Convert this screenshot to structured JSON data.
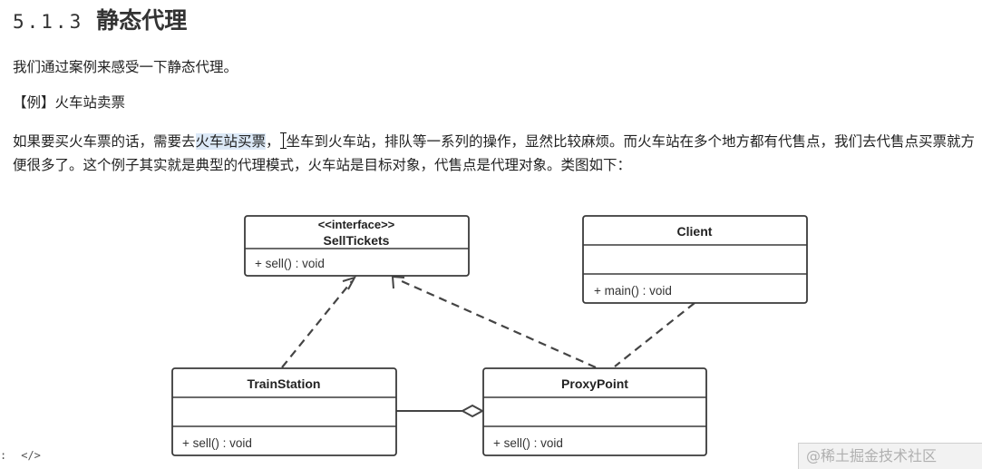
{
  "heading": {
    "number": "5.1.3",
    "title": "静态代理"
  },
  "intro": "我们通过案例来感受一下静态代理。",
  "example_label": "【例】火车站卖票",
  "description": {
    "part1": "如果要买火车票的话，需要去",
    "highlight": "火车站买票",
    "part2": "，",
    "part3": "坐车到火车站，排队等一系列的操作，显然比较麻烦。而火车站在多个地方都有代售点，我们去代售点买票就方便很多了。这个例子其实就是典型的代理模式，火车站是目标对象，代售点是代理对象。类图如下："
  },
  "diagram": {
    "sell_tickets": {
      "stereotype": "<<interface>>",
      "name": "SellTickets",
      "operation": "+ sell() : void"
    },
    "client": {
      "name": "Client",
      "operation": "+ main() : void"
    },
    "train_station": {
      "name": "TrainStation",
      "operation": "+ sell() : void"
    },
    "proxy_point": {
      "name": "ProxyPoint",
      "operation": "+ sell() : void"
    }
  },
  "footer": {
    "left_symbol": ":",
    "code_icon": "</>",
    "watermark": "@稀土掘金技术社区"
  }
}
